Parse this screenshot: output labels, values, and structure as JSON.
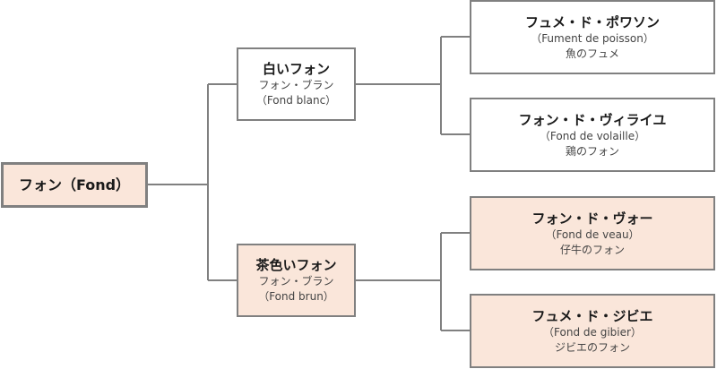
{
  "root": {
    "title": "フォン（Fond）"
  },
  "branches": [
    {
      "title": "白いフォン",
      "line1": "フォン・ブラン",
      "line2": "（Fond blanc）"
    },
    {
      "title": "茶色いフォン",
      "line1": "フォン・ブラン",
      "line2": "（Fond brun）"
    }
  ],
  "leaves": [
    {
      "title": "フュメ・ド・ポワソン",
      "line1": "（Fument de poisson）",
      "line2": "魚のフュメ"
    },
    {
      "title": "フォン・ド・ヴィライユ",
      "line1": "（Fond de volaille）",
      "line2": "鶏のフォン"
    },
    {
      "title": "フォン・ド・ヴォー",
      "line1": "（Fond de veau）",
      "line2": "仔牛のフォン"
    },
    {
      "title": "フュメ・ド・ジビエ",
      "line1": "（Fond de gibier）",
      "line2": "ジビエのフォン"
    }
  ],
  "colors": {
    "border": "#808080",
    "connector": "#808080",
    "brown_fill": "#fae6da",
    "white_fill": "#ffffff"
  }
}
